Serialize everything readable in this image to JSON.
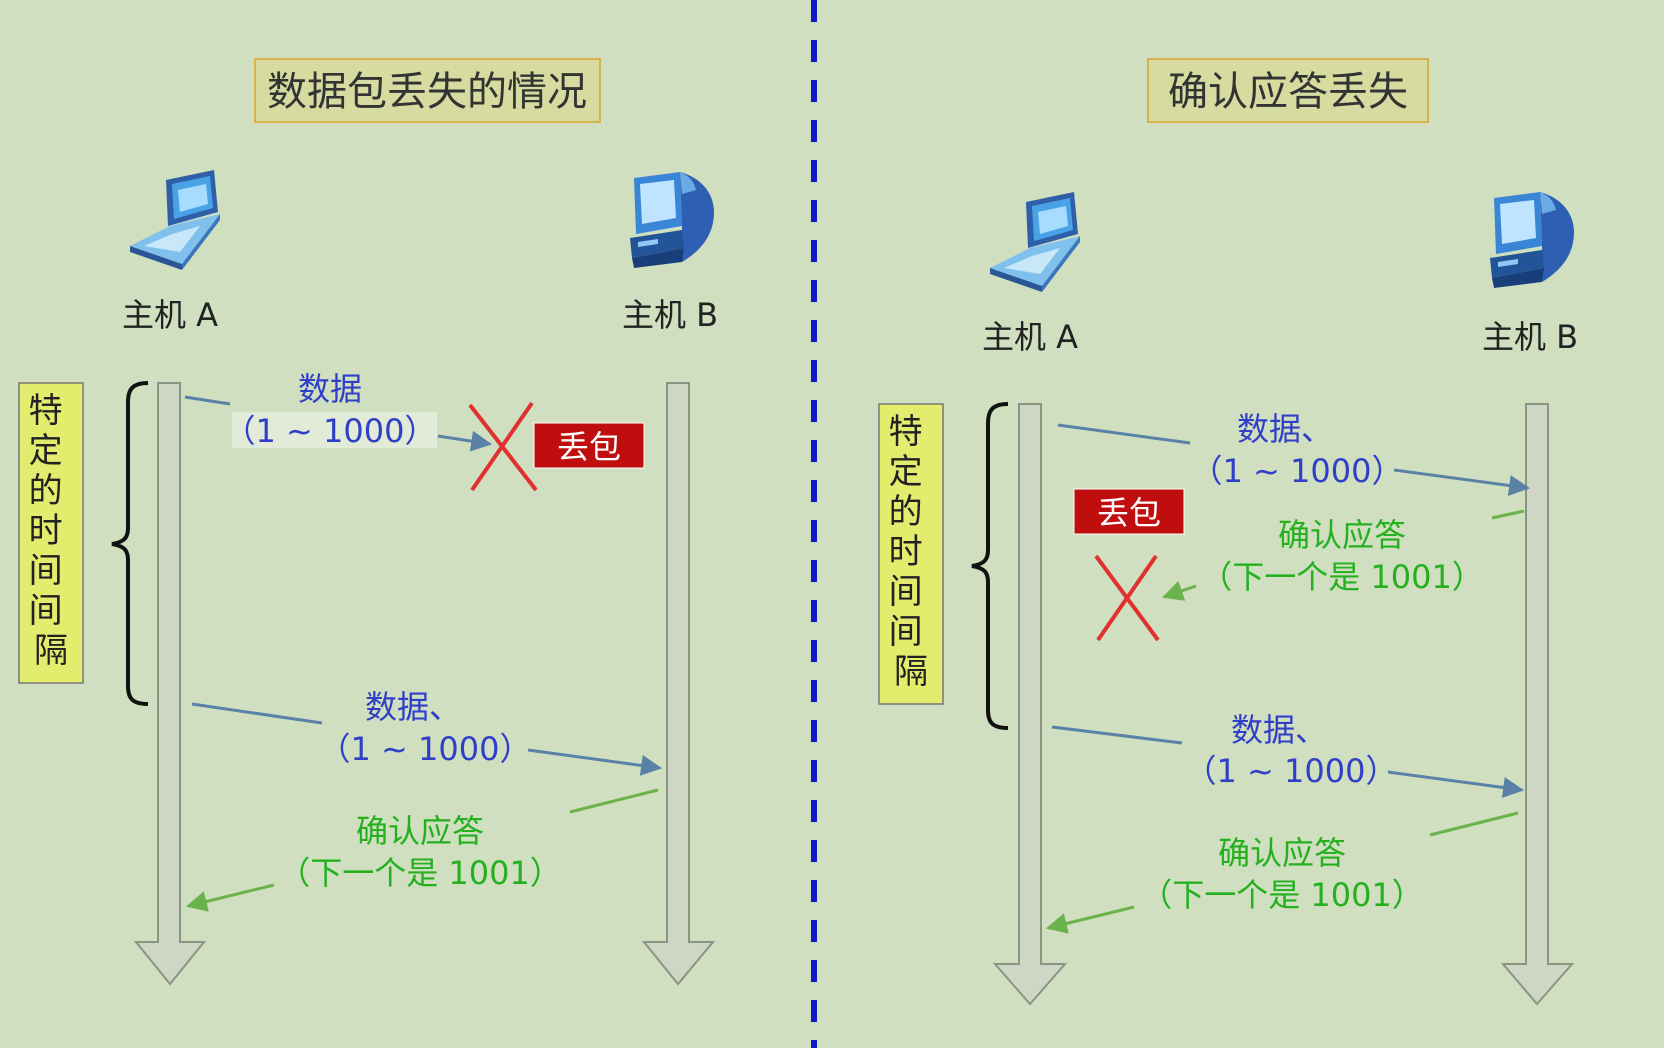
{
  "left": {
    "title": "数据包丢失的情况",
    "host_a": "主机 A",
    "host_b": "主机 B",
    "interval_chars": [
      "特",
      "定",
      "的",
      "时",
      "间",
      "间",
      "隔"
    ],
    "msg1_line1": "数据",
    "msg1_line2": "（1 ~ 1000）",
    "lost_label": "丢包",
    "msg2_line1": "数据、",
    "msg2_line2": "（1 ~ 1000）",
    "ack_line1": "确认应答",
    "ack_line2": "（下一个是 1001）"
  },
  "right": {
    "title": "确认应答丢失",
    "host_a": "主机 A",
    "host_b": "主机 B",
    "interval_chars": [
      "特",
      "定",
      "的",
      "时",
      "间",
      "间",
      "隔"
    ],
    "msg1_line1": "数据、",
    "msg1_line2": "（1 ~ 1000）",
    "lost_label": "丢包",
    "ack1_line1": "确认应答",
    "ack1_line2": "（下一个是 1001）",
    "msg2_line1": "数据、",
    "msg2_line2": "（1 ~ 1000）",
    "ack2_line1": "确认应答",
    "ack2_line2": "（下一个是 1001）"
  },
  "colors": {
    "background": "#cfdfc0",
    "title_box": "#d6dba0",
    "interval_box": "#e4ec6e",
    "lost_badge": "#c00d0d",
    "cross": "#e03030",
    "divider": "#1018c8",
    "data_arrow": "#5a82a6",
    "ack_arrow": "#6ab24a"
  },
  "icons": [
    "laptop-icon",
    "desktop-computer-icon"
  ]
}
